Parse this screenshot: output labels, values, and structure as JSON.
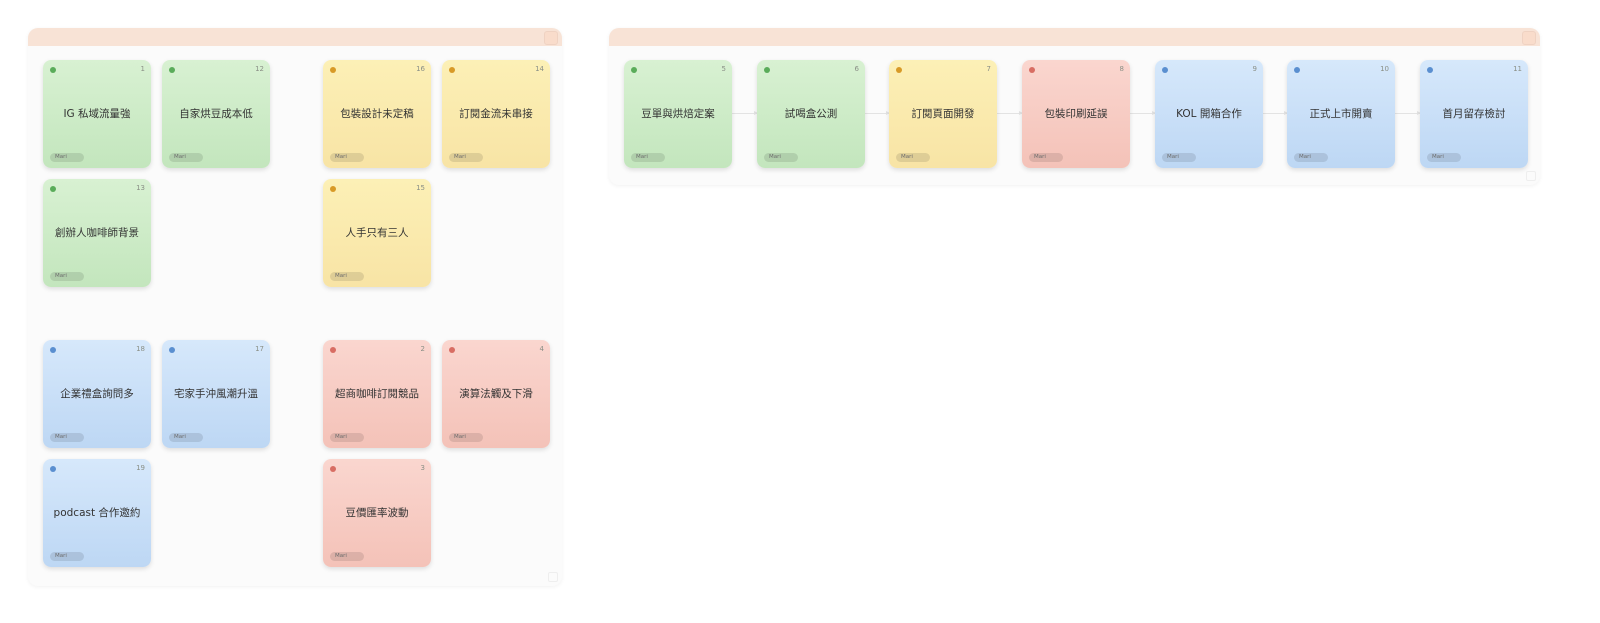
{
  "colors": {
    "frame_header": "#f8e3d6",
    "green": "#c8e9c2",
    "yellow": "#fbe9ab",
    "red": "#f7cbc2",
    "blue": "#c6ddf7"
  },
  "quadrant_board": {
    "notes": [
      {
        "id": "1",
        "text": "IG 私域流量強",
        "tag": "Mari",
        "color": "green"
      },
      {
        "id": "12",
        "text": "自家烘豆成本低",
        "tag": "Mari",
        "color": "green"
      },
      {
        "id": "13",
        "text": "創辦人咖啡師背景",
        "tag": "Mari",
        "color": "green"
      },
      {
        "id": "16",
        "text": "包裝設計未定稿",
        "tag": "Mari",
        "color": "yellow"
      },
      {
        "id": "14",
        "text": "訂閱金流未串接",
        "tag": "Mari",
        "color": "yellow"
      },
      {
        "id": "15",
        "text": "人手只有三人",
        "tag": "Mari",
        "color": "yellow"
      },
      {
        "id": "18",
        "text": "企業禮盒詢問多",
        "tag": "Mari",
        "color": "blue"
      },
      {
        "id": "17",
        "text": "宅家手沖風潮升溫",
        "tag": "Mari",
        "color": "blue"
      },
      {
        "id": "19",
        "text": "podcast 合作邀約",
        "tag": "Mari",
        "color": "blue"
      },
      {
        "id": "2",
        "text": "超商咖啡訂閱競品",
        "tag": "Mari",
        "color": "red"
      },
      {
        "id": "4",
        "text": "演算法觸及下滑",
        "tag": "Mari",
        "color": "red"
      },
      {
        "id": "3",
        "text": "豆價匯率波動",
        "tag": "Mari",
        "color": "red"
      }
    ]
  },
  "timeline_board": {
    "notes": [
      {
        "id": "5",
        "text": "豆單與烘焙定案",
        "tag": "Mari",
        "color": "green"
      },
      {
        "id": "6",
        "text": "試喝盒公測",
        "tag": "Mari",
        "color": "green"
      },
      {
        "id": "7",
        "text": "訂閱頁面開發",
        "tag": "Mari",
        "color": "yellow"
      },
      {
        "id": "8",
        "text": "包裝印刷延誤",
        "tag": "Mari",
        "color": "red"
      },
      {
        "id": "9",
        "text": "KOL 開箱合作",
        "tag": "Mari",
        "color": "blue"
      },
      {
        "id": "10",
        "text": "正式上市開賣",
        "tag": "Mari",
        "color": "blue"
      },
      {
        "id": "11",
        "text": "首月留存檢討",
        "tag": "Mari",
        "color": "blue"
      }
    ]
  }
}
